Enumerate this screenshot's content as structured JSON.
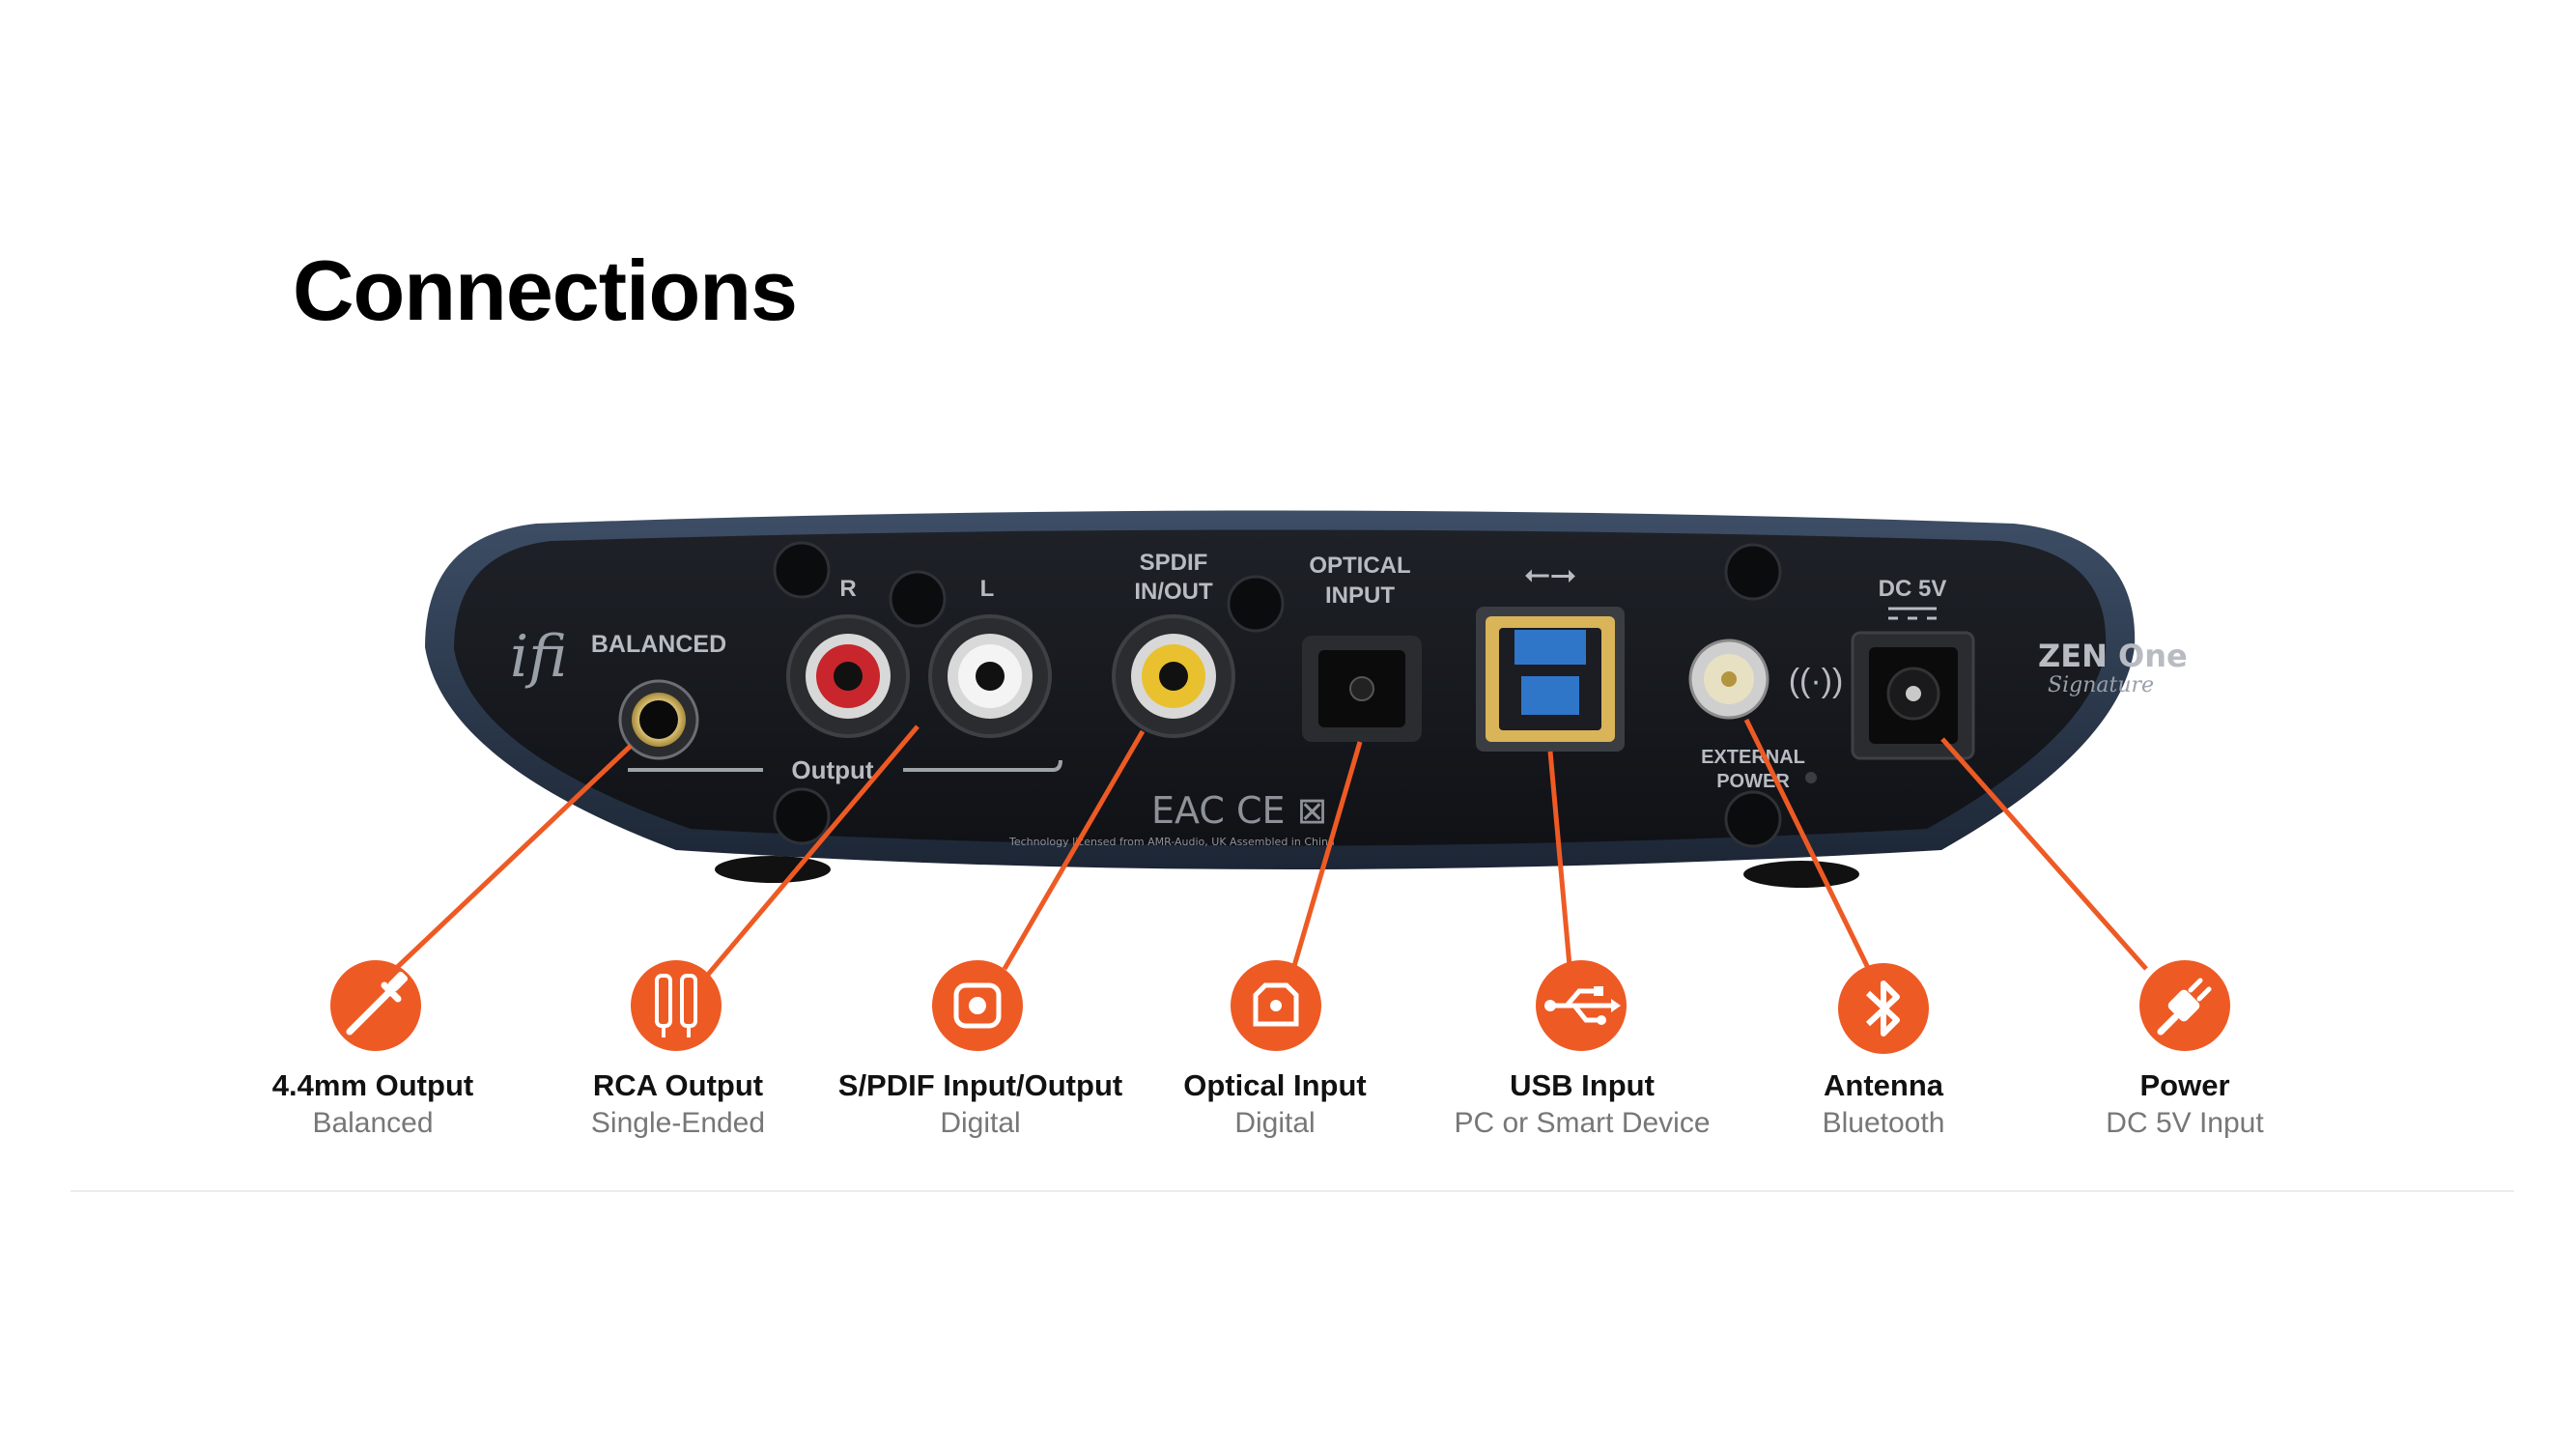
{
  "heading": "Connections",
  "device": {
    "brand": "ifi",
    "model": "ZEN One",
    "model_script": "Signature",
    "labels": {
      "balanced": "BALANCED",
      "r": "R",
      "l": "L",
      "output": "Output",
      "spdif_line1": "SPDIF",
      "spdif_line2": "IN/OUT",
      "optical_line1": "OPTICAL",
      "optical_line2": "INPUT",
      "dc": "DC 5V",
      "ext_power_line1": "EXTERNAL",
      "ext_power_line2": "POWER",
      "fine_print": "Technology licensed from AMR-Audio, UK Assembled in China"
    }
  },
  "accent_color": "#ee5a24",
  "connections": [
    {
      "icon": "headphone-jack-icon",
      "title": "4.4mm Output",
      "subtitle": "Balanced"
    },
    {
      "icon": "rca-plug-icon",
      "title": "RCA Output",
      "subtitle": "Single-Ended"
    },
    {
      "icon": "spdif-icon",
      "title": "S/PDIF Input/Output",
      "subtitle": "Digital"
    },
    {
      "icon": "optical-icon",
      "title": "Optical Input",
      "subtitle": "Digital"
    },
    {
      "icon": "usb-icon",
      "title": "USB Input",
      "subtitle": "PC or Smart Device"
    },
    {
      "icon": "bluetooth-icon",
      "title": "Antenna",
      "subtitle": "Bluetooth"
    },
    {
      "icon": "power-plug-icon",
      "title": "Power",
      "subtitle": "DC 5V Input"
    }
  ]
}
